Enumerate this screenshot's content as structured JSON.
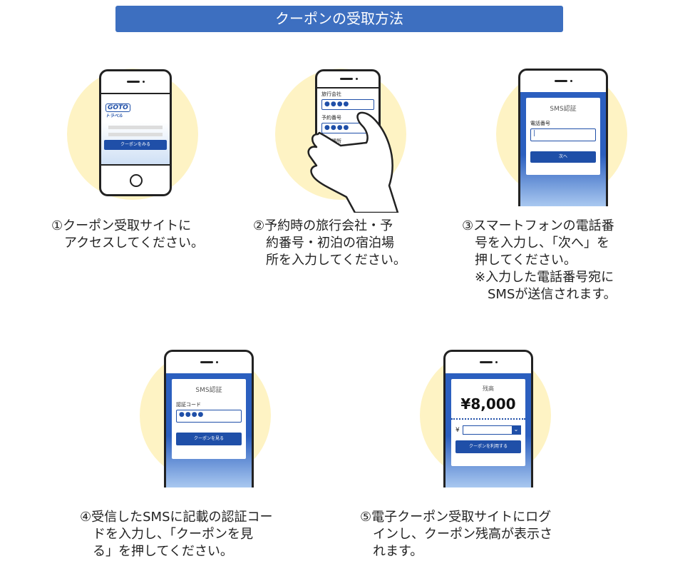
{
  "title": "クーポンの受取方法",
  "steps": [
    {
      "caption_line1": "①クーポン受取サイトに",
      "caption_line2": "　アクセスしてください。",
      "logo_line1": "GOTO",
      "logo_line2": "トラベル",
      "button": "クーポンをみる"
    },
    {
      "caption_line1": "②予約時の旅行会社・予",
      "caption_line2": "　約番号・初泊の宿泊場",
      "caption_line3": "　所を入力してください。",
      "field1_label": "旅行会社",
      "field2_label": "予約番号",
      "field3_label": "宿泊場所",
      "dots": "●●●●"
    },
    {
      "caption_line1": "③スマートフォンの電話番",
      "caption_line2": "　号を入力し、「次へ」を",
      "caption_line3": "　押してください。",
      "caption_line4": "　※入力した電話番号宛に",
      "caption_line5": "　　SMSが送信されます。",
      "card_title": "SMS認証",
      "field_label": "電話番号",
      "button": "次へ"
    },
    {
      "caption_line1": "④受信したSMSに記載の認証コー",
      "caption_line2": "　ドを入力し、「クーポンを見",
      "caption_line3": "　る」を押してください。",
      "card_title": "SMS認証",
      "field_label": "認証コード",
      "dots": "●●●●",
      "button": "クーポンを見る"
    },
    {
      "caption_line1": "⑤電子クーポン受取サイトにログ",
      "caption_line2": "　インし、クーポン残高が表示さ",
      "caption_line3": "　れます。",
      "balance_label": "残高",
      "balance_value": "¥8,000",
      "yen": "¥",
      "button": "クーポンを利用する"
    }
  ]
}
